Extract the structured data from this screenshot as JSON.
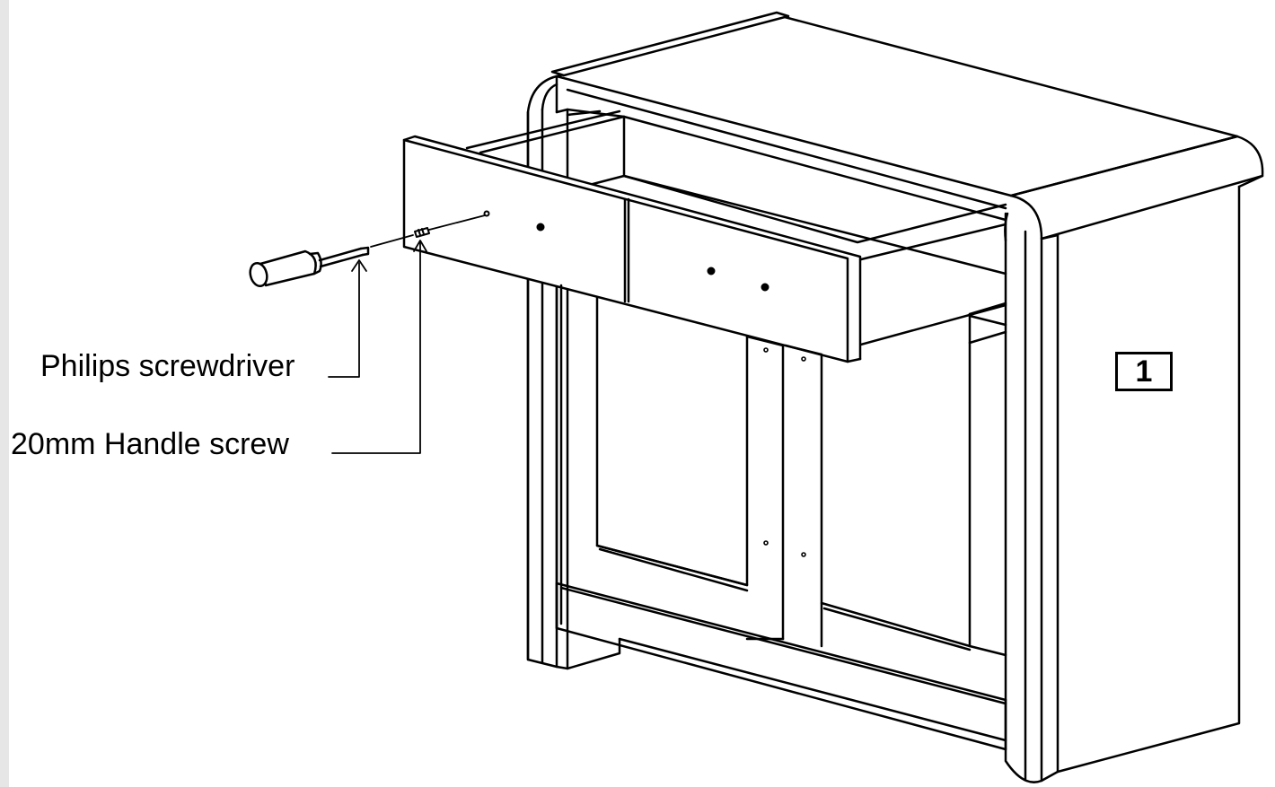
{
  "labels": {
    "screwdriver": "Philips screwdriver",
    "screw": "20mm Handle screw"
  },
  "step_number": "1",
  "colors": {
    "line": "#000000",
    "background": "#ffffff",
    "left_strip": "#e6e6e6"
  }
}
